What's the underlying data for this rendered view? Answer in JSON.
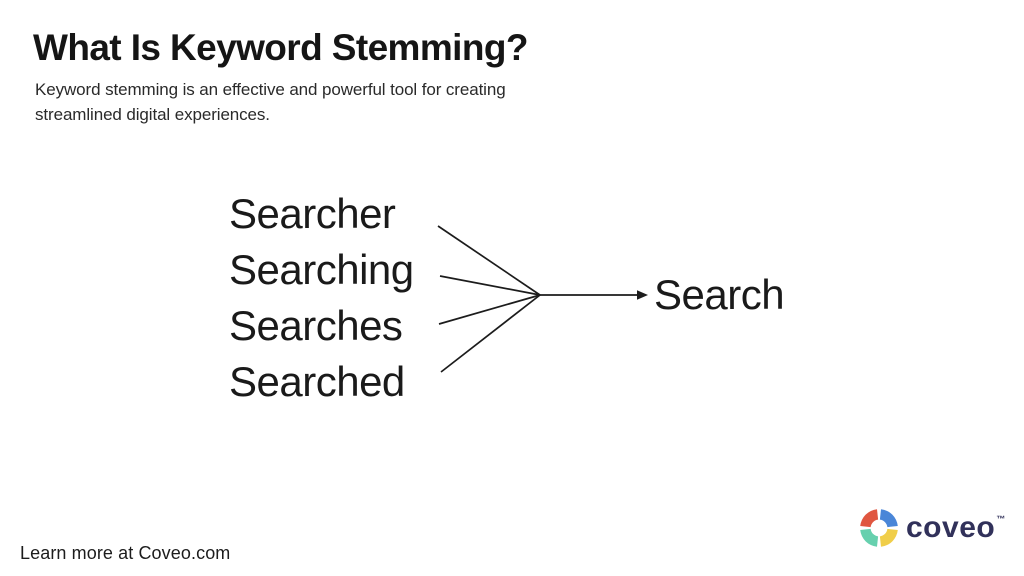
{
  "header": {
    "title": "What Is Keyword Stemming?",
    "subtitle_lines": [
      "Keyword stemming is an effective and powerful tool for creating",
      "streamlined digital experiences."
    ]
  },
  "diagram": {
    "variants": [
      "Searcher",
      "Searching",
      "Searches",
      "Searched"
    ],
    "stem": "Search",
    "line_color": "#1c1c1c"
  },
  "footer": {
    "text": "Learn more at Coveo.com"
  },
  "logo": {
    "text": "coveo",
    "trademark": "™",
    "colors": {
      "red": "#e05640",
      "blue": "#4a86d8",
      "teal": "#66d0ae",
      "yellow": "#f0ce4a",
      "text": "#31315a"
    }
  }
}
